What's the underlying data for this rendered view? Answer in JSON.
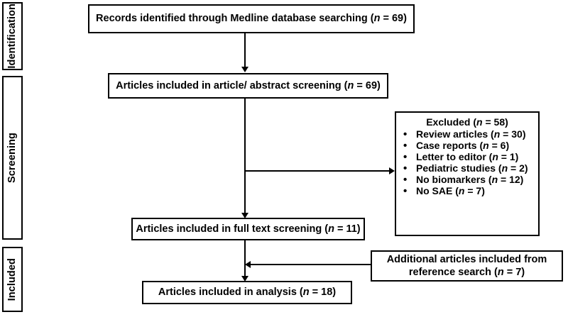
{
  "diagram": {
    "type": "prisma-flow-diagram",
    "stages": [
      {
        "id": "identification",
        "label": "Identification"
      },
      {
        "id": "screening",
        "label": "Screening"
      },
      {
        "id": "included",
        "label": "Included"
      }
    ],
    "boxes": [
      {
        "id": "records-identified",
        "text_before": "Records identified through Medline database searching (",
        "italic": "n",
        "text_after": " = 69)"
      },
      {
        "id": "article-abstract-screening",
        "text_before": "Articles included in article/ abstract screening (",
        "italic": "n",
        "text_after": " = 69)"
      },
      {
        "id": "full-text-screening",
        "text_before": "Articles included in full text screening (",
        "italic": "n",
        "text_after": " = 11)"
      },
      {
        "id": "additional-articles",
        "text_before": "Additional articles included from reference search (",
        "italic": "n",
        "text_after": " = 7)"
      },
      {
        "id": "articles-analysis",
        "text_before": "Articles included in analysis (",
        "italic": "n",
        "text_after": " = 18)"
      }
    ],
    "excluded": {
      "title_before": "Excluded (",
      "title_italic": "n",
      "title_after": " = 58)",
      "bullet_glyph": "•",
      "items": [
        {
          "label": "Review articles  (",
          "italic": "n",
          "after": " = 30)"
        },
        {
          "label": "Case reports (",
          "italic": "n",
          "after": " = 6)"
        },
        {
          "label": "Letter to editor (",
          "italic": "n",
          "after": " = 1)"
        },
        {
          "label": "Pediatric studies (",
          "italic": "n",
          "after": " = 2)"
        },
        {
          "label": "No biomarkers (",
          "italic": "n",
          "after": " = 12)"
        },
        {
          "label": "No SAE (",
          "italic": "n",
          "after": " = 7)"
        }
      ]
    },
    "colors": {
      "line": "#000000",
      "background": "#ffffff",
      "text": "#000000"
    }
  }
}
